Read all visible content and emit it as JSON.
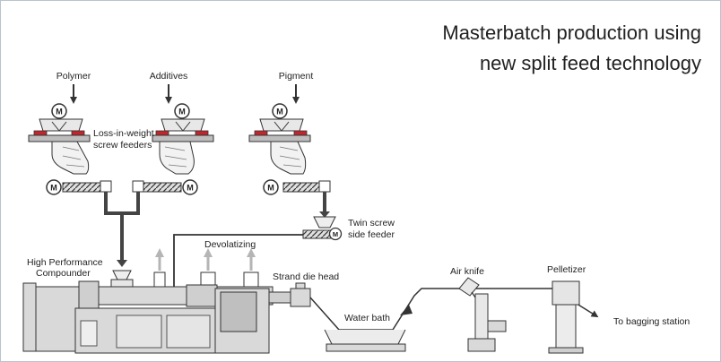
{
  "title": {
    "line1": "Masterbatch production using",
    "line2": "new split feed technology"
  },
  "feeds": {
    "polymer": "Polymer",
    "additives": "Additives",
    "pigment": "Pigment",
    "feeders_line1": "Loss-in-weight",
    "feeders_line2": "screw feeders"
  },
  "motor_symbol": "M",
  "labels": {
    "twin_screw_line1": "Twin screw",
    "twin_screw_line2": "side feeder",
    "devolatizing": "Devolatizing",
    "compounder_line1": "High Performance",
    "compounder_line2": "Compounder",
    "strand_die_head": "Strand die head",
    "water_bath": "Water bath",
    "air_knife": "Air knife",
    "pelletizer": "Pelletizer",
    "bagging": "To bagging station"
  },
  "colors": {
    "frame": "#b8c4cf",
    "equipment_fill": "#d9d9d9",
    "equipment_dark": "#9a9a9a",
    "seal_red": "#c0272d",
    "line": "#333333",
    "vent_arrow": "#b5b5b5"
  }
}
